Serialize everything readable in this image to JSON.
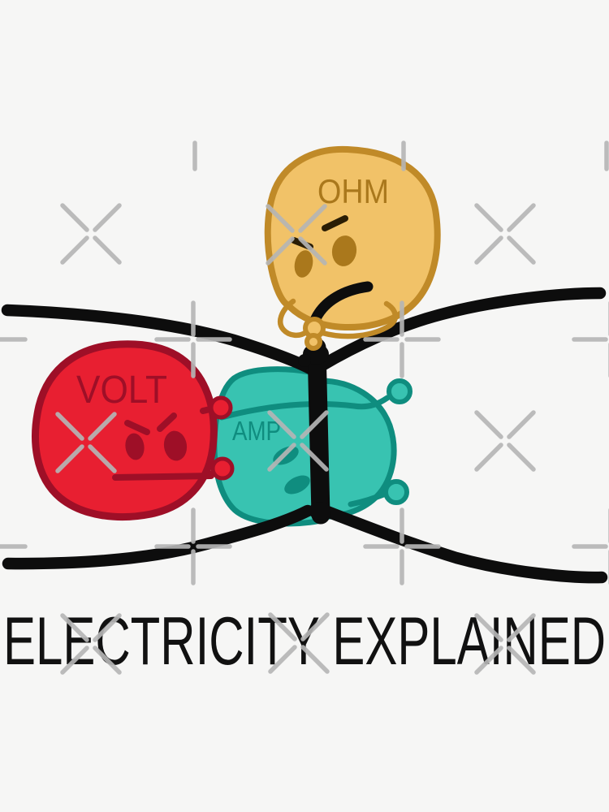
{
  "caption": "ELECTRICITY EXPLAINED",
  "characters": {
    "ohm": {
      "label": "OHM"
    },
    "volt": {
      "label": "VOLT"
    },
    "amp": {
      "label": "AMP"
    }
  },
  "colors": {
    "bg": "#f6f6f5",
    "ink": "#0d0d0d",
    "wm": "#b5b5b5",
    "caption-ink": "#111111",
    "ohm-fill": "#f1c268",
    "ohm-outline": "#c08a28",
    "ohm-face": "#aa781c",
    "ohm-brow": "#2a1d04",
    "volt-fill": "#e81f31",
    "volt-outline": "#9e0f27",
    "amp-fill": "#38c3b1",
    "amp-outline": "#0f8d7f"
  }
}
